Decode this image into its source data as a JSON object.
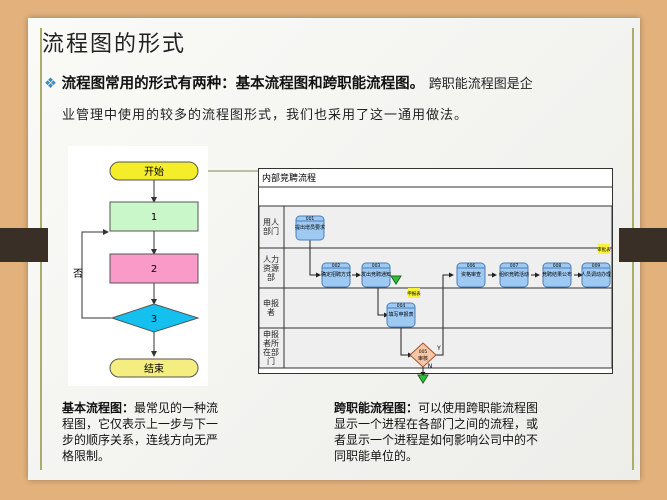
{
  "slide": {
    "title": "流程图的形式",
    "bullet_bold": "流程图常用的形式有两种：基本流程图和跨职能流程图。",
    "bullet_rest_1": "跨职能流程图是企",
    "bullet_rest_2": "业管理中使用的较多的流程图形式，我们也采用了这一通用做法。"
  },
  "basic_flow": {
    "start": "开始",
    "step1": "1",
    "step2": "2",
    "decision": "3",
    "no": "否",
    "end": "结束"
  },
  "swimlane": {
    "title": "内部竞聘流程",
    "lanes": [
      "用人部门",
      "人力资源部",
      "申报者",
      "申报者所在部门"
    ],
    "nodes": [
      {
        "id": "001",
        "label": "提出增员要求"
      },
      {
        "id": "002",
        "label": "确定招聘方式"
      },
      {
        "id": "003",
        "label": "发出竞聘通知"
      },
      {
        "id": "004",
        "label": "填写申报表"
      },
      {
        "id": "005",
        "label": "审核"
      },
      {
        "id": "006",
        "label": "资格审查"
      },
      {
        "id": "007",
        "label": "组织竞聘活动"
      },
      {
        "id": "008",
        "label": "竞聘结果公布"
      },
      {
        "id": "009",
        "label": "人员调动办理"
      }
    ],
    "doc_note": "申报表",
    "doc_note2": "审批表",
    "yes": "Y",
    "no": "N"
  },
  "captions": {
    "basic_title": "基本流程图：",
    "basic_text": "最常见的一种流程图，它仅表示上一步与下一步的顺序关系，连线方向无严格限制。",
    "cross_title": "跨职能流程图：",
    "cross_text": "可以使用跨职能流程图显示一个进程在各部门之间的流程，或者显示一个进程是如何影响公司中的不同职能单位的。"
  }
}
